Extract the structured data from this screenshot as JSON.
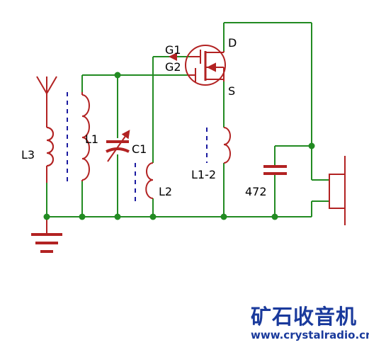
{
  "labels": {
    "G1": "G1",
    "G2": "G2",
    "D": "D",
    "S": "S",
    "L3": "L3",
    "L1": "L1",
    "C1": "C1",
    "L2": "L2",
    "L1_2": "L1-2",
    "cap472": "472"
  },
  "brand": {
    "name": "矿石收音机",
    "url": "www.crystalradio.cn"
  },
  "colors": {
    "wire": "#228B22",
    "component": "#B22222",
    "node": "#228B22",
    "dashes": "#1a1aa0",
    "brand": "#1a3a9c"
  }
}
